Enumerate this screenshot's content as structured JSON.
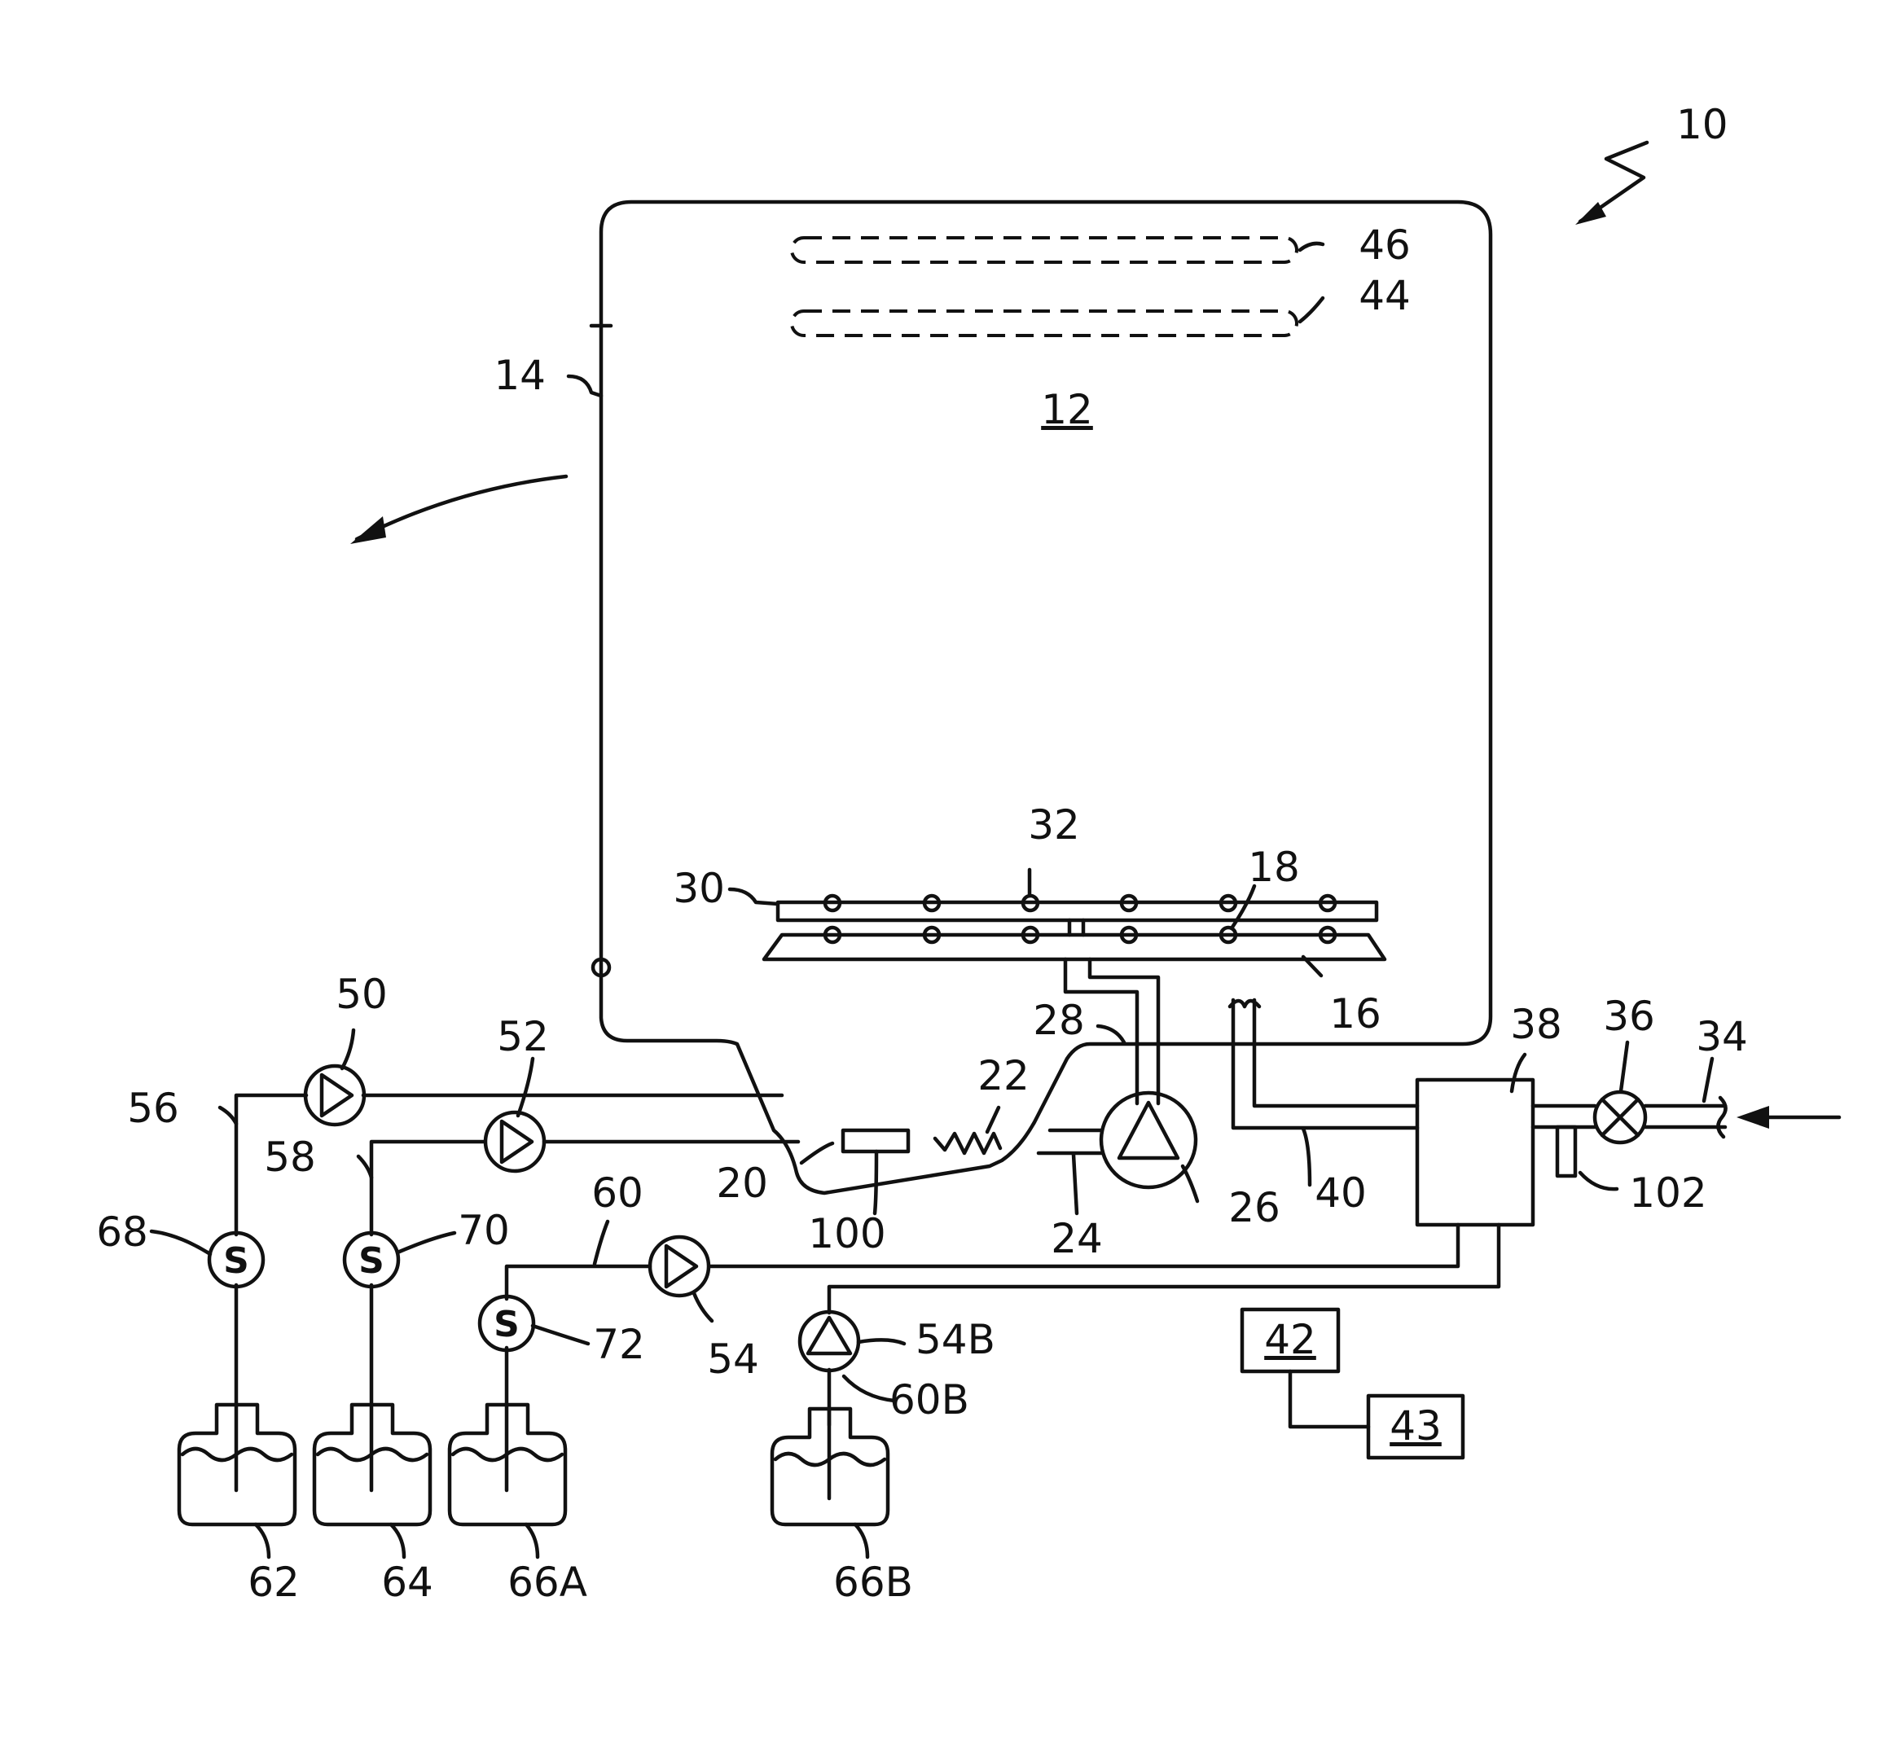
{
  "labels": {
    "l10": "10",
    "l12": "12",
    "l14": "14",
    "l16": "16",
    "l18": "18",
    "l20": "20",
    "l22": "22",
    "l24": "24",
    "l26": "26",
    "l28": "28",
    "l30": "30",
    "l32": "32",
    "l34": "34",
    "l36": "36",
    "l38": "38",
    "l40": "40",
    "l42": "42",
    "l43": "43",
    "l44": "44",
    "l46": "46",
    "l50": "50",
    "l52": "52",
    "l54": "54",
    "l54b": "54B",
    "l56": "56",
    "l58": "58",
    "l60": "60",
    "l60b": "60B",
    "l62": "62",
    "l64": "64",
    "l66a": "66A",
    "l66b": "66B",
    "l68": "68",
    "l70": "70",
    "l72": "72",
    "l100": "100",
    "l102": "102"
  },
  "symbols": {
    "sensor": "S"
  },
  "icons": {
    "pump": "triangle-in-circle-icon",
    "valve": "x-in-circle-icon",
    "sensor": "s-in-circle-icon",
    "container": "bottle-icon"
  },
  "colors": {
    "line": "#111111",
    "background": "#ffffff"
  }
}
